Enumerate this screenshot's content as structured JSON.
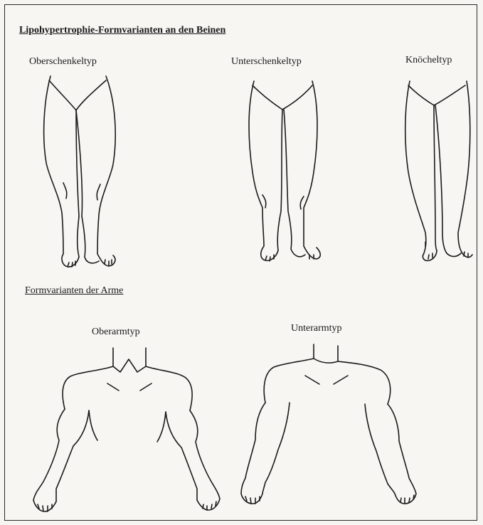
{
  "section_legs": {
    "title": "Lipohypertrophie-Formvarianten an den Beinen",
    "variants": [
      {
        "label": "Oberschenkeltyp"
      },
      {
        "label": "Unterschenkeltyp"
      },
      {
        "label": "Knöcheltyp"
      }
    ]
  },
  "section_arms": {
    "title": "Formvarianten der Arme",
    "variants": [
      {
        "label": "Oberarmtyp"
      },
      {
        "label": "Unterarmtyp"
      }
    ]
  }
}
